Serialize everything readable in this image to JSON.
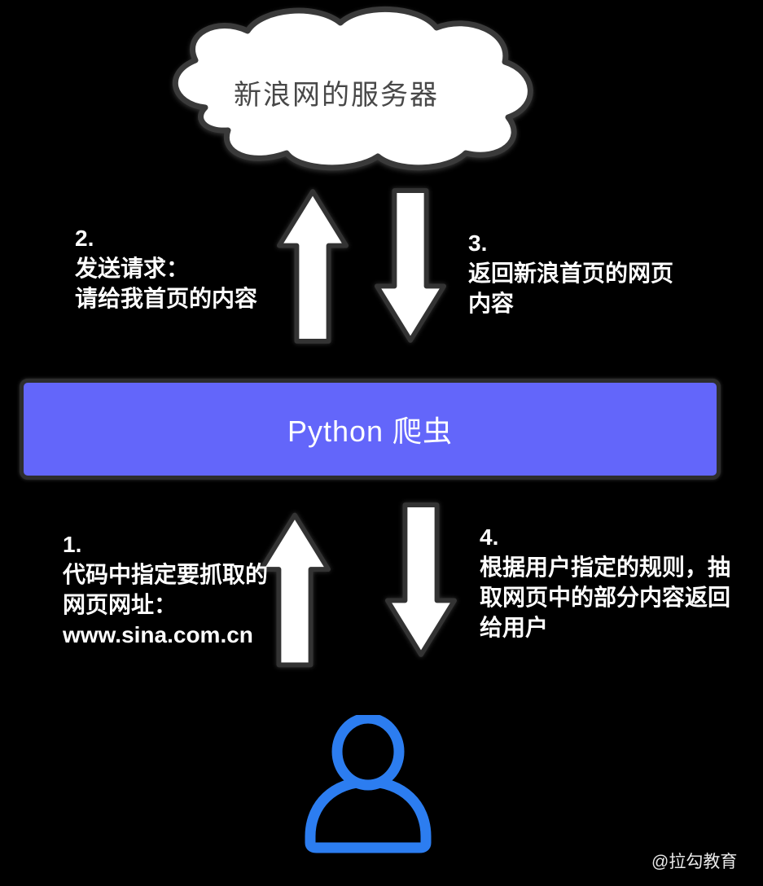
{
  "page": {
    "background_color": "#000000",
    "watermark": "@拉勾教育"
  },
  "cloud": {
    "label": "新浪网的服务器",
    "fill": "#FFFFFF",
    "stroke": "#3A3A3A",
    "text_color": "#484848"
  },
  "crawler_box": {
    "label": "Python 爬虫",
    "fill": "#6366FA",
    "border_color": "#2D2D2D",
    "text_color": "#FFFFFF"
  },
  "arrows": {
    "fill": "#FFFFFF",
    "stroke": "#333333",
    "items": [
      {
        "name": "arrow-up-top",
        "direction": "up",
        "between": "crawler-to-server"
      },
      {
        "name": "arrow-down-top",
        "direction": "down",
        "between": "server-to-crawler"
      },
      {
        "name": "arrow-up-bottom",
        "direction": "up",
        "between": "user-to-crawler"
      },
      {
        "name": "arrow-down-bottom",
        "direction": "down",
        "between": "crawler-to-user"
      }
    ]
  },
  "steps": [
    {
      "number": "1.",
      "lines": [
        "代码中指定要抓取的",
        "网页网址：",
        "www.sina.com.cn"
      ]
    },
    {
      "number": "2.",
      "lines": [
        "发送请求：",
        "请给我首页的内容"
      ]
    },
    {
      "number": "3.",
      "lines": [
        "返回新浪首页的网页",
        "内容"
      ]
    },
    {
      "number": "4.",
      "lines": [
        "根据用户指定的规则，抽",
        "取网页中的部分内容返回",
        "给用户"
      ]
    }
  ],
  "icons": {
    "user_icon": {
      "name": "user-icon",
      "color": "#2C7DF0"
    }
  }
}
